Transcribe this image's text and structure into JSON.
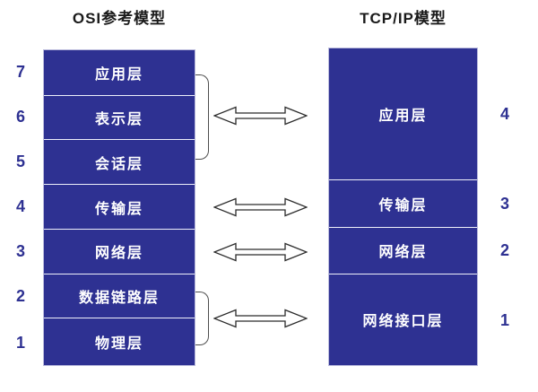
{
  "osi_model": {
    "title": "OSI参考模型",
    "layers": [
      {
        "num": "7",
        "label": "应用层"
      },
      {
        "num": "6",
        "label": "表示层"
      },
      {
        "num": "5",
        "label": "会话层"
      },
      {
        "num": "4",
        "label": "传输层"
      },
      {
        "num": "3",
        "label": "网络层"
      },
      {
        "num": "2",
        "label": "数据链路层"
      },
      {
        "num": "1",
        "label": "物理层"
      }
    ]
  },
  "tcpip_model": {
    "title": "TCP/IP模型",
    "layers": [
      {
        "num": "4",
        "label": "应用层"
      },
      {
        "num": "3",
        "label": "传输层"
      },
      {
        "num": "2",
        "label": "网络层"
      },
      {
        "num": "1",
        "label": "网络接口层"
      }
    ]
  },
  "mappings": [
    {
      "osi_layers": "7-5",
      "tcpip_layer": "4"
    },
    {
      "osi_layers": "4",
      "tcpip_layer": "3"
    },
    {
      "osi_layers": "3",
      "tcpip_layer": "2"
    },
    {
      "osi_layers": "2-1",
      "tcpip_layer": "1"
    }
  ],
  "colors": {
    "box_fill": "#2E3192",
    "layer_text": "#FFFFFF",
    "number_text": "#2E3192",
    "title_text": "#1A1A1A",
    "arrow_fill": "#FFFFFF",
    "arrow_stroke": "#2B2B2B",
    "bracket_stroke": "#4D4D4D",
    "background": "#FFFFFF"
  }
}
